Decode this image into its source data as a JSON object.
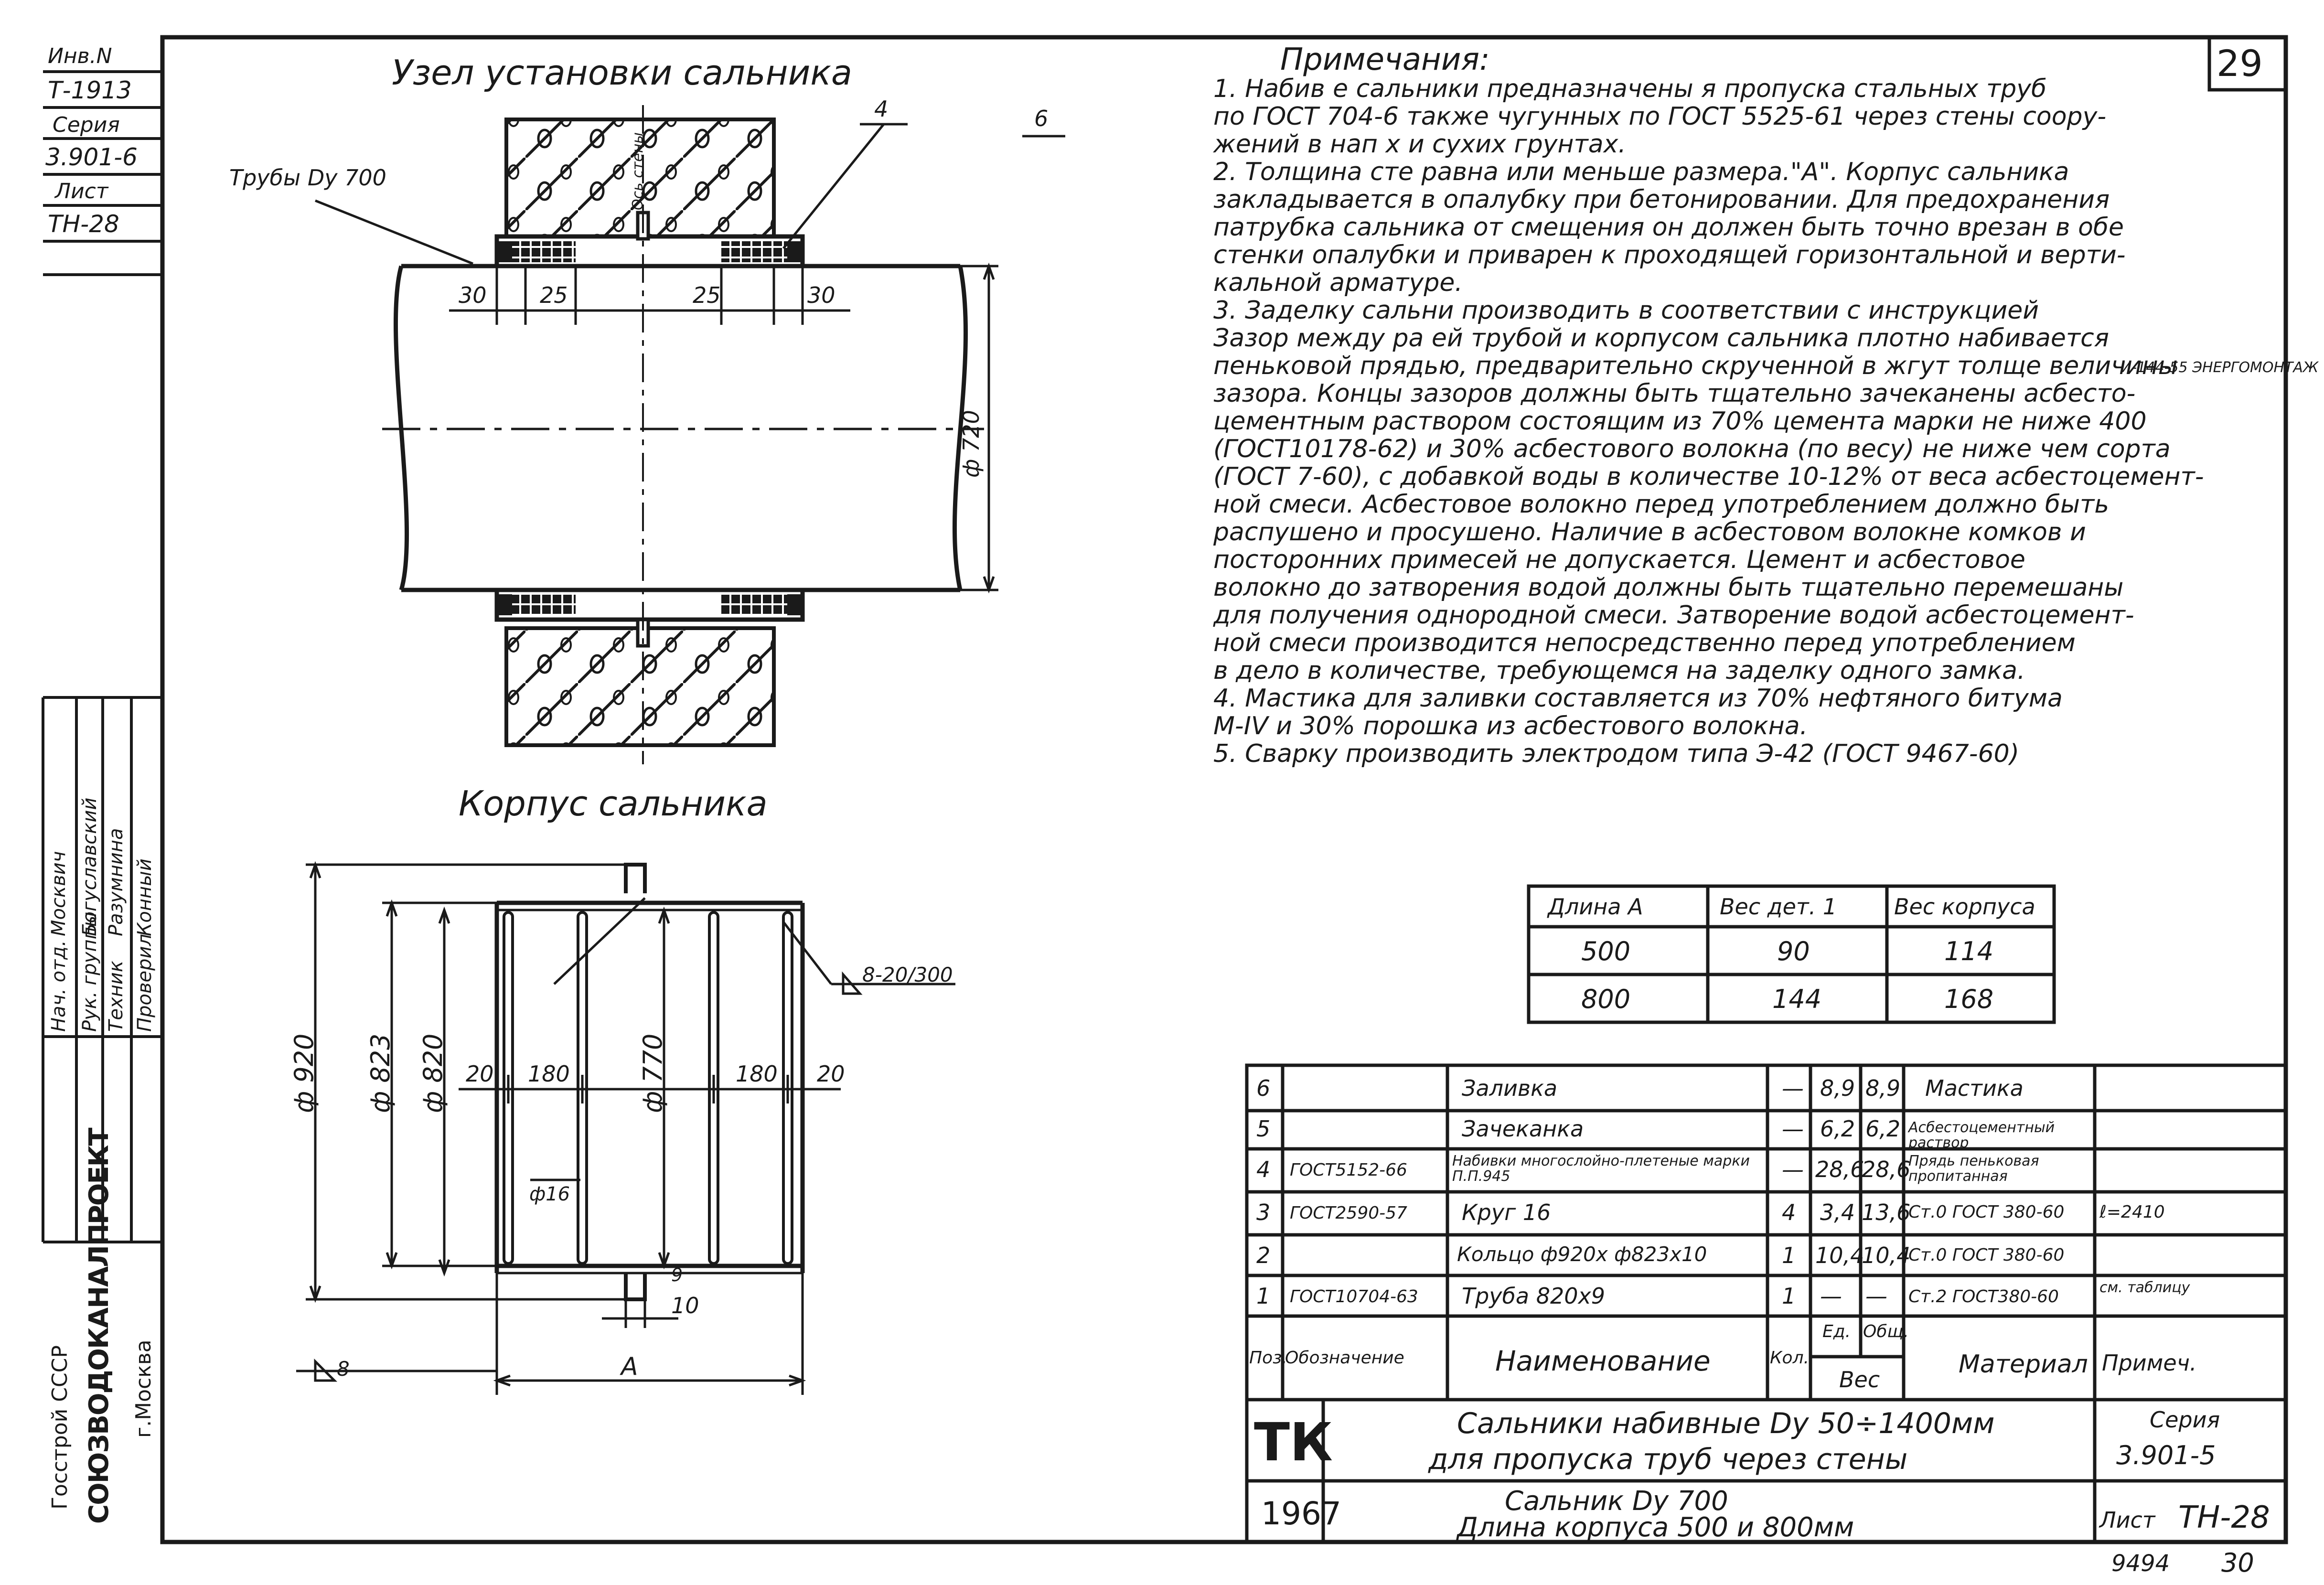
{
  "sheet_number": "29",
  "page_number": "30",
  "archive_number": "9494",
  "left_stamp": {
    "inv_label": "Инв.N",
    "inv_value": "Т-1913",
    "series_label": "Серия",
    "series_value": "3.901-6",
    "sheet_label": "Лист",
    "sheet_value": "ТН-28"
  },
  "signatures": {
    "roles": [
      "Нач. отд.",
      "Рук. группы",
      "Техник",
      "Проверил"
    ],
    "names": [
      "Москвич",
      "Богуславский",
      "Разумнина",
      "Конный"
    ]
  },
  "organization": {
    "ministry": "Госстрой СССР",
    "institute": "СОЮЗВОДОКАНАЛПРОЕКТ",
    "city": "г.Москва"
  },
  "views": {
    "assembly_title": "Узел установки сальника",
    "body_title": "Корпус сальника",
    "pipe_label": "Трубы Dy 700",
    "wall_label": "Ось стены"
  },
  "assembly_dims": {
    "d720": "ф 720",
    "left_30": "30",
    "left_25": "25",
    "right_25": "25",
    "right_30": "30",
    "leader_4": "4",
    "leader_6": "6"
  },
  "body_dims": {
    "d920": "ф 920",
    "d823": "ф 823",
    "d820": "ф 820",
    "d770": "ф 770",
    "left_20": "20",
    "left_180": "180",
    "right_180": "180",
    "right_20": "20",
    "d16": "ф16",
    "gap_10": "10",
    "gap_9": "9",
    "weld_8_20_300": "8-20/300",
    "weld_8": "8",
    "length_A": "А"
  },
  "notes": {
    "title": "Примечания:",
    "lines": [
      "1. Набив   е сальники предназначены   я пропуска  стальных  труб",
      "    по ГОСТ  704-6    также  чугунных  по ГОСТ 5525-61 через стены соору-",
      "    жений  в  нап    х и  сухих  грунтах.",
      "2. Толщина   сте    равна   или  меньше размера.\"А\".  Корпус сальника",
      "    закладывается  в опалубку при бетонировании.  Для  предохранения",
      "    патрубка  сальника  от  смещения  он должен быть точно врезан в обе",
      "    стенки опалубки и приварен к проходящей горизонтальной и верти-",
      "    кальной арматуре.",
      "3. Заделку сальни    производить в соответствии с инструкцией",
      "    Зазор между ра    ей трубой и корпусом сальника плотно набивается",
      "    пеньковой прядью, предварительно скрученной в жгут толще величины",
      "    зазора.  Концы зазоров должны быть тщательно зачеканены асбесто-",
      "    цементным раствором состоящим из 70% цемента  марки не ниже 400",
      "    (ГОСТ10178-62) и 30% асбестового волокна (по весу) не ниже чем сорта",
      "    (ГОСТ 7-60), с добавкой воды в количестве 10-12% от веса асбестоцемент-",
      "    ной смеси. Асбестовое волокно перед употреблением должно быть",
      "    распушено  и  просушено.  Наличие в асбестовом волокне комков и",
      "    посторонних  примесей  не допускается.   Цемент и  асбестовое",
      "    волокно до затворения водой должны быть тщательно  перемешаны",
      "    для получения однородной смеси. Затворение водой асбестоцемент-",
      "    ной  смеси  производится  непосредственно перед употреблением",
      "    в дело в количестве, требующемся на заделку одного замка.",
      "4. Мастика для заливки  составляется  из 70% нефтяного   битума",
      "    М-IV и 30% порошка из асбестового волокна.",
      "5. Сварку производить  электродом типа Э-42 (ГОСТ 9467-60)"
    ],
    "instruction_ref": "И-144-55 ЭНЕРГОМОНТАЖ"
  },
  "weights_table": {
    "headers": [
      "Длина А",
      "Вес дет. 1",
      "Вес корпуса"
    ],
    "rows": [
      [
        "500",
        "90",
        "114"
      ],
      [
        "800",
        "144",
        "168"
      ]
    ]
  },
  "spec_table": {
    "headers": {
      "pos": "Поз.",
      "designation": "Обозначение",
      "name": "Наименование",
      "qty": "Кол.",
      "weight": "Вес",
      "unit_w": "Ед.",
      "total_w": "Общ.",
      "material": "Материал",
      "note": "Примеч."
    },
    "rows": [
      {
        "pos": "6",
        "designation": "",
        "name": "Заливка",
        "qty": "—",
        "unit_w": "8,9",
        "total_w": "8,9",
        "material": "Мастика",
        "note": ""
      },
      {
        "pos": "5",
        "designation": "",
        "name": "Зачеканка",
        "qty": "—",
        "unit_w": "6,2",
        "total_w": "6,2",
        "material": "Асбестоцементный раствор",
        "note": ""
      },
      {
        "pos": "4",
        "designation": "ГОСТ5152-66",
        "name": "Набивки многослойно-плетеные марки П.П.945",
        "qty": "—",
        "unit_w": "28,6",
        "total_w": "28,6",
        "material": "Прядь пеньковая пропитанная",
        "note": ""
      },
      {
        "pos": "3",
        "designation": "ГОСТ2590-57",
        "name": "Круг 16",
        "qty": "4",
        "unit_w": "3,4",
        "total_w": "13,6",
        "material": "Ст.0 ГОСТ 380-60",
        "note": "ℓ=2410"
      },
      {
        "pos": "2",
        "designation": "",
        "name": "Кольцо ф920х ф823х10",
        "qty": "1",
        "unit_w": "10,4",
        "total_w": "10,4",
        "material": "Ст.0 ГОСТ 380-60",
        "note": ""
      },
      {
        "pos": "1",
        "designation": "ГОСТ10704-63",
        "name": "Труба 820х9",
        "qty": "1",
        "unit_w": "—",
        "total_w": "—",
        "material": "Ст.2 ГОСТ380-60",
        "note": "см. таблицу"
      }
    ]
  },
  "title_block": {
    "code": "ТК",
    "year": "1967",
    "title_line1": "Сальники набивные Dy 50÷1400мм",
    "title_line2": "для пропуска  труб  через  стены",
    "subtitle_line1": "Сальник  Dy 700",
    "subtitle_line2": "Длина   корпуса  500 и 800мм",
    "series_label": "Серия",
    "series_value": "3.901-5",
    "sheet_label": "Лист",
    "sheet_value": "ТН-28"
  },
  "colors": {
    "ink": "#1a1a1a",
    "paper": "#ffffff"
  }
}
